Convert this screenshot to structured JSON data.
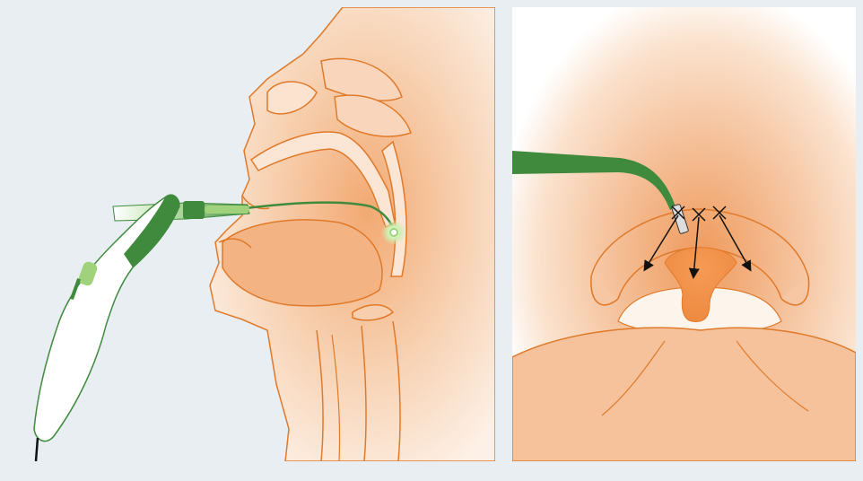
{
  "figure": {
    "left_panel": {
      "view": "sagittal-cross-section",
      "instrument": "green-handled-device"
    },
    "right_panel": {
      "view": "throat-close-up",
      "arrow_count": 3,
      "target_marks": 3
    }
  },
  "colors": {
    "background": "#e8eef2",
    "tissue_light": "#fbe6d6",
    "tissue_mid": "#f6c7a2",
    "tissue_dark": "#ef9a5c",
    "outline": "#e07a2a",
    "instrument_green": "#3f8a3c",
    "instrument_light": "#b7e09c",
    "arrow": "#111111"
  }
}
